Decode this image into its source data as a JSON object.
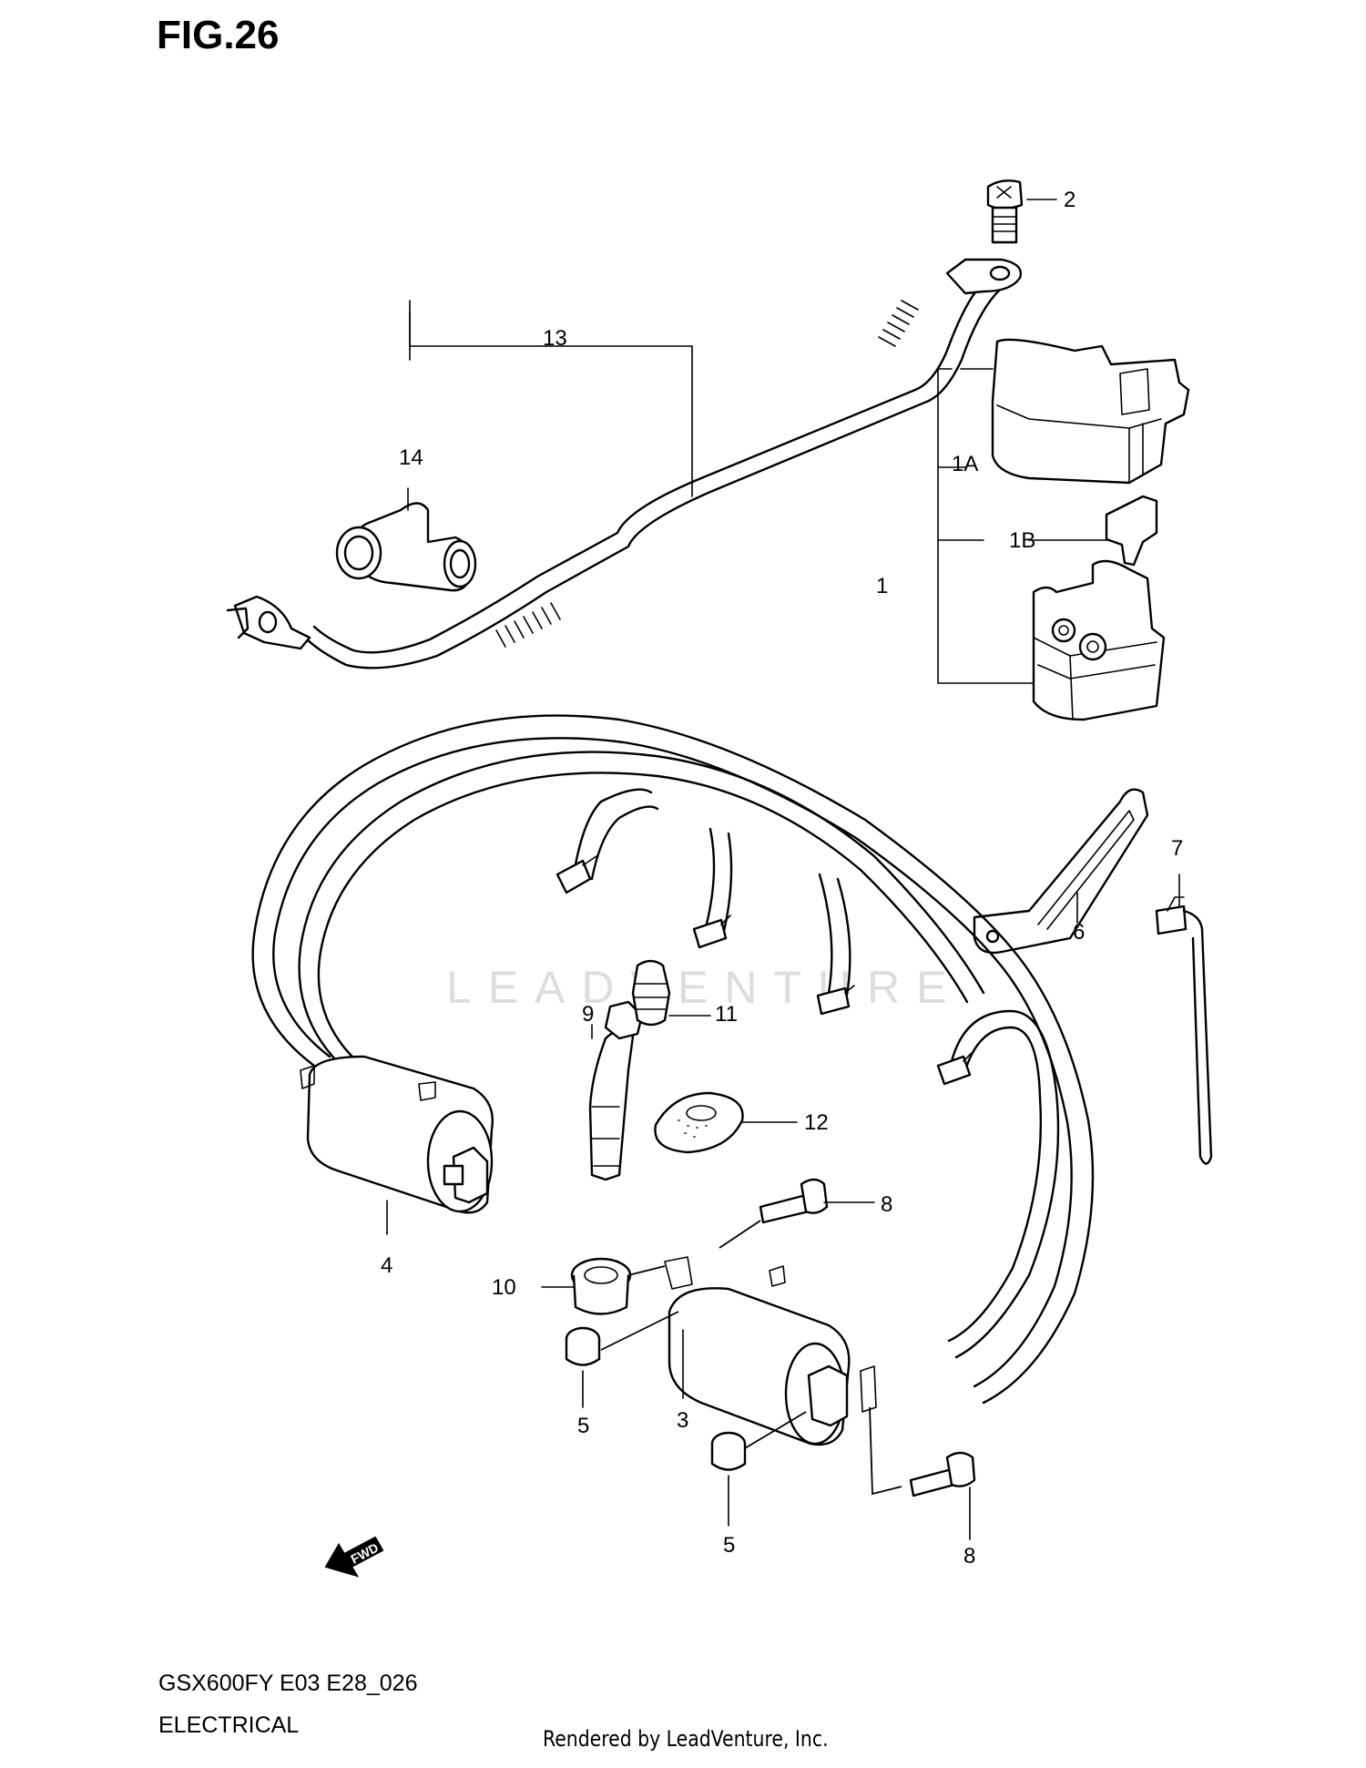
{
  "figure_title": "FIG.26",
  "model_code": "GSX600FY E03 E28_026",
  "section_name": "ELECTRICAL",
  "rendered_by": "Rendered by LeadVenture, Inc.",
  "watermark": "LEADVENTURE",
  "fwd_label": "FWD",
  "callouts": {
    "c1": "1",
    "c1a": "1A",
    "c1b": "1B",
    "c2": "2",
    "c3": "3",
    "c4": "4",
    "c5a": "5",
    "c5b": "5",
    "c6": "6",
    "c7": "7",
    "c8a": "8",
    "c8b": "8",
    "c9": "9",
    "c10": "10",
    "c11": "11",
    "c12": "12",
    "c13": "13",
    "c14": "14"
  }
}
